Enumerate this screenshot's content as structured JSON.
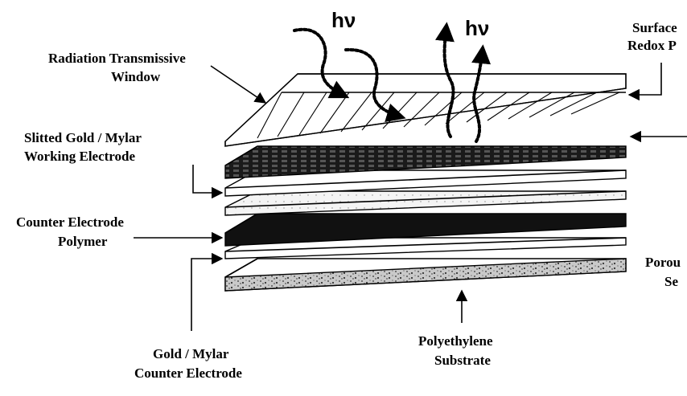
{
  "diagram": {
    "title": "Electrochromic device layer stack",
    "photon_symbol": "hν",
    "labels": {
      "radiation_window": [
        "Radiation Transmissive",
        "Window"
      ],
      "working_electrode": [
        "Slitted Gold / Mylar",
        "Working Electrode"
      ],
      "counter_polymer": [
        "Counter Electrode",
        "Polymer"
      ],
      "gold_counter": [
        "Gold / Mylar",
        "Counter Electrode"
      ],
      "substrate": [
        "Polyethylene",
        "Substrate"
      ],
      "surface_redox": [
        "Surface",
        "Redox P"
      ],
      "porous_separator": [
        "Porou",
        "Se"
      ]
    },
    "layers": [
      {
        "name": "radiation-transmissive-window",
        "fill": "#ffffff"
      },
      {
        "name": "slitted-gold-mylar-working-electrode",
        "fill": "#1a1a1a"
      },
      {
        "name": "thin-white-film",
        "fill": "#ffffff"
      },
      {
        "name": "porous-separator",
        "fill": "#f4f4f4"
      },
      {
        "name": "counter-electrode-polymer",
        "fill": "#111111"
      },
      {
        "name": "gold-mylar-counter-electrode",
        "fill": "#ffffff"
      },
      {
        "name": "polyethylene-substrate",
        "fill": "#c8c8c8"
      }
    ]
  }
}
